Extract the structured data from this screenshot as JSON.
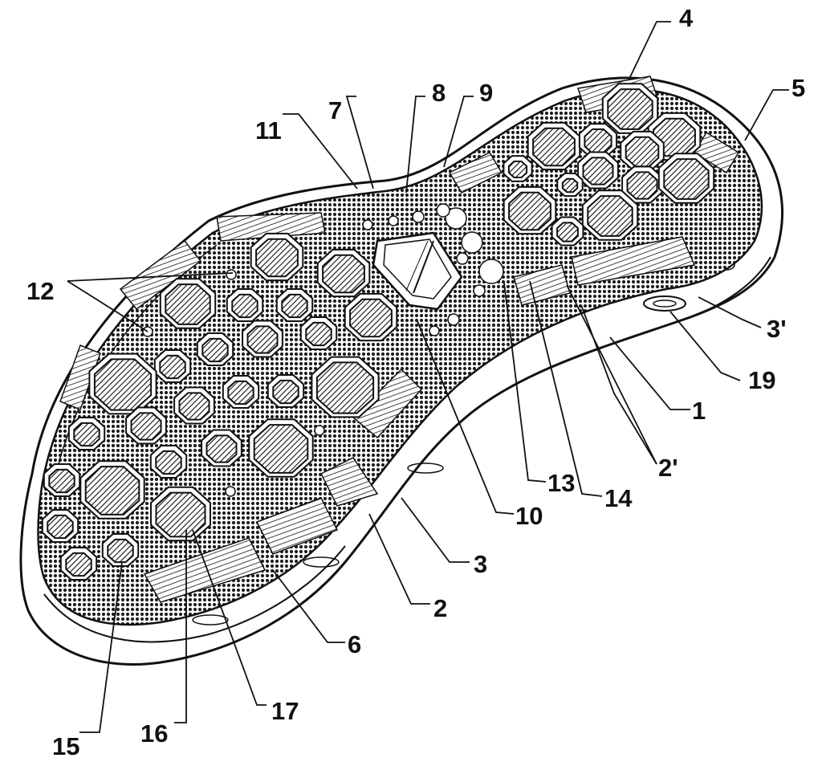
{
  "figure": {
    "subject_icon": "shoe-sole-icon",
    "colors": {
      "ink": "#111111",
      "paper": "#ffffff",
      "sole_texture": "#6a6a6a"
    },
    "reference_labels": [
      "1",
      "2",
      "2'",
      "3",
      "3'",
      "4",
      "5",
      "6",
      "7",
      "8",
      "9",
      "10",
      "11",
      "12",
      "13",
      "14",
      "15",
      "16",
      "17",
      "19"
    ]
  }
}
